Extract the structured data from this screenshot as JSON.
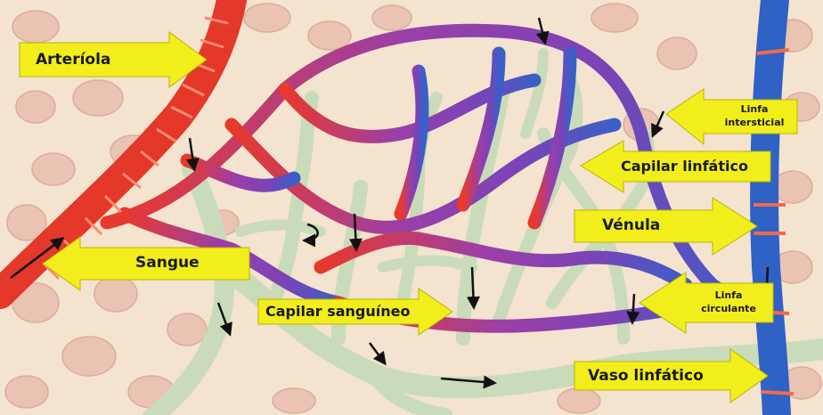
{
  "labels": {
    "arteriola": "Arteríola",
    "sangue": "Sangue",
    "capilar_sanguineo": "Capilar sanguíneo",
    "linfa_intersticial_line1": "Linfa",
    "linfa_intersticial_line2": "intersticial",
    "capilar_linfatico": "Capilar linfático",
    "venula": "Vénula",
    "linfa_circulante_line1": "Linfa",
    "linfa_circulante_line2": "circulante",
    "vaso_linfatico": "Vaso linfático"
  },
  "colors": {
    "background": "#f3e3cf",
    "cell": "#ecc5b3",
    "artery": "#e8392c",
    "capillary_mid": "#8d3fb0",
    "vein": "#2f62c4",
    "lymph": "#c9dbb9",
    "label_arrow": "#f2ee1c"
  }
}
